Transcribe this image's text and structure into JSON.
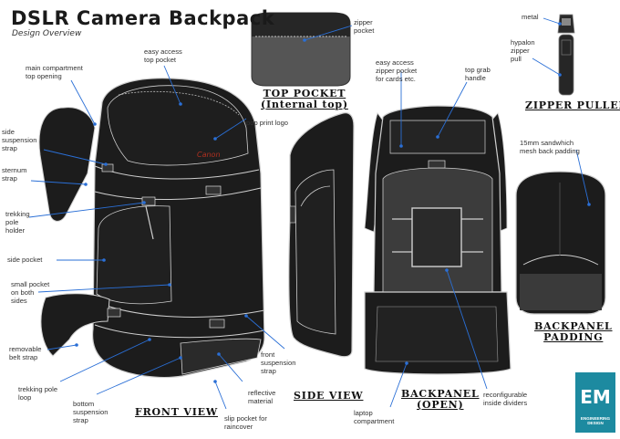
{
  "header": {
    "title": "DSLR Camera Backpack",
    "subtitle": "Design Overview"
  },
  "sections": {
    "front_view": "FRONT VIEW",
    "top_pocket": "TOP POCKET\n(Internal top)",
    "side_view": "SIDE VIEW",
    "backpanel_open": "BACKPANEL\n(OPEN)",
    "zipper_puller": "ZIPPER PULLER",
    "backpanel_padding": "BACKPANEL\nPADDING"
  },
  "callouts": {
    "easy_access_top_pocket": "easy access\ntop pocket",
    "main_compartment": "main compartment\ntop opening",
    "side_suspension_strap": "side\nsuspension\nstrap",
    "sternum_strap": "sternum\nstrap",
    "trekking_pole_holder": "trekking\npole\nholder",
    "side_pocket": "side pocket",
    "small_pocket": "small pocket\non both\nsides",
    "removable_belt_strap": "removable\nbelt strap",
    "trekking_pole_loop": "trekking pole\nloop",
    "bottom_suspension_strap": "bottom\nsuspension\nstrap",
    "pop_print_logo": "pop print logo",
    "front_suspension_strap": "front\nsuspension\nstrap",
    "reflective_material": "reflective\nmaterial",
    "slip_pocket": "slip pocket for\nraincover",
    "zipper_pocket": "zipper\npocket",
    "easy_access_zipper_pocket": "easy access\nzipper pocket\nfor cards etc.",
    "top_grab_handle": "top grab\nhandle",
    "laptop_compartment": "laptop\ncompartment",
    "reconfigurable_dividers": "reconfigurable\ninside dividers",
    "metal": "metal",
    "hypalon_zipper_pull": "hypalon\nzipper\npull",
    "mesh_back_padding": "15mm sandwhich\nmesh back padding"
  },
  "brand": {
    "bag_logo": "Canon",
    "badge_letters": "EM",
    "badge_caption": "ENGINEERING DESIGN",
    "colors": {
      "bag": "#1c1c1c",
      "outline": "#cfcfcf",
      "pocket_grey": "#5a5a5a",
      "callout_line": "#2a6fd6",
      "badge": "#1d8aa0",
      "logo_red": "#b03020"
    }
  }
}
